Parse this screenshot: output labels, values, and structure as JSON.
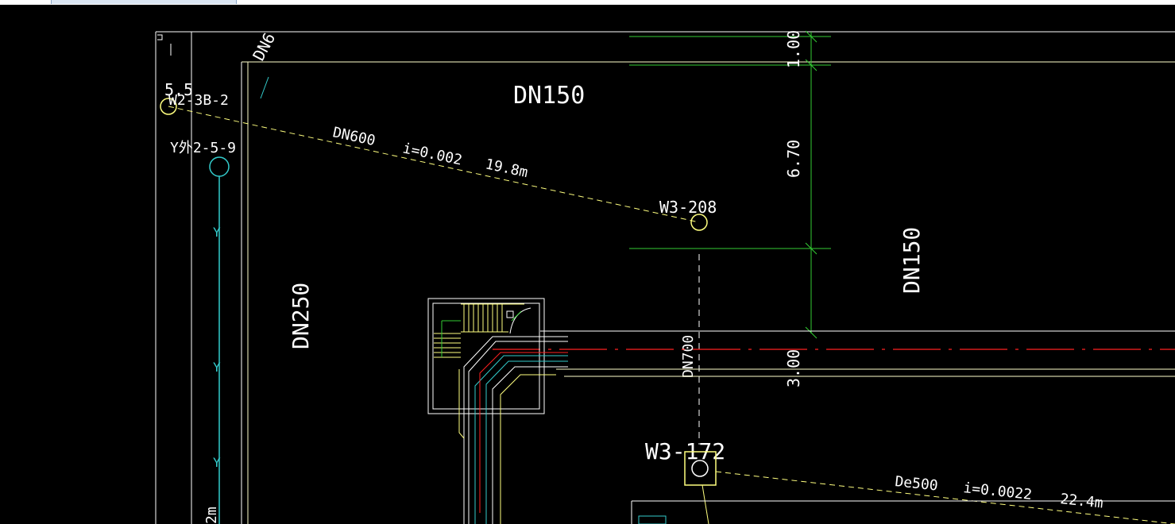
{
  "colors": {
    "background": "#000000",
    "white": "#ffffff",
    "yellow": "#ffff7f",
    "green": "#33cc33",
    "cyan": "#33cccc",
    "red": "#ff2020"
  },
  "labels": {
    "top_left_tag": "5.5",
    "pipe_dn_top": "DN150",
    "pipe_dn_right": "DN150",
    "pipe_dn_left": "DN250",
    "pipe_dn_diag": "DN6",
    "main_pipe": "DN600",
    "main_slope": "i=0.002",
    "main_length": "19.8m",
    "well_left_top": "W2-3B-2",
    "well_left_y": "Y外2-5-9",
    "well_mid": "W3-208",
    "well_lower": "W3-172",
    "vertical_pipe": "DN700",
    "lower_pipe": "De500",
    "lower_slope": "i=0.0022",
    "lower_length": "22.4m",
    "dim_top": "1.00",
    "dim_mid": "6.70",
    "dim_bottom": "3.00",
    "marker_y": "Y",
    "edge_tag": "2m"
  }
}
